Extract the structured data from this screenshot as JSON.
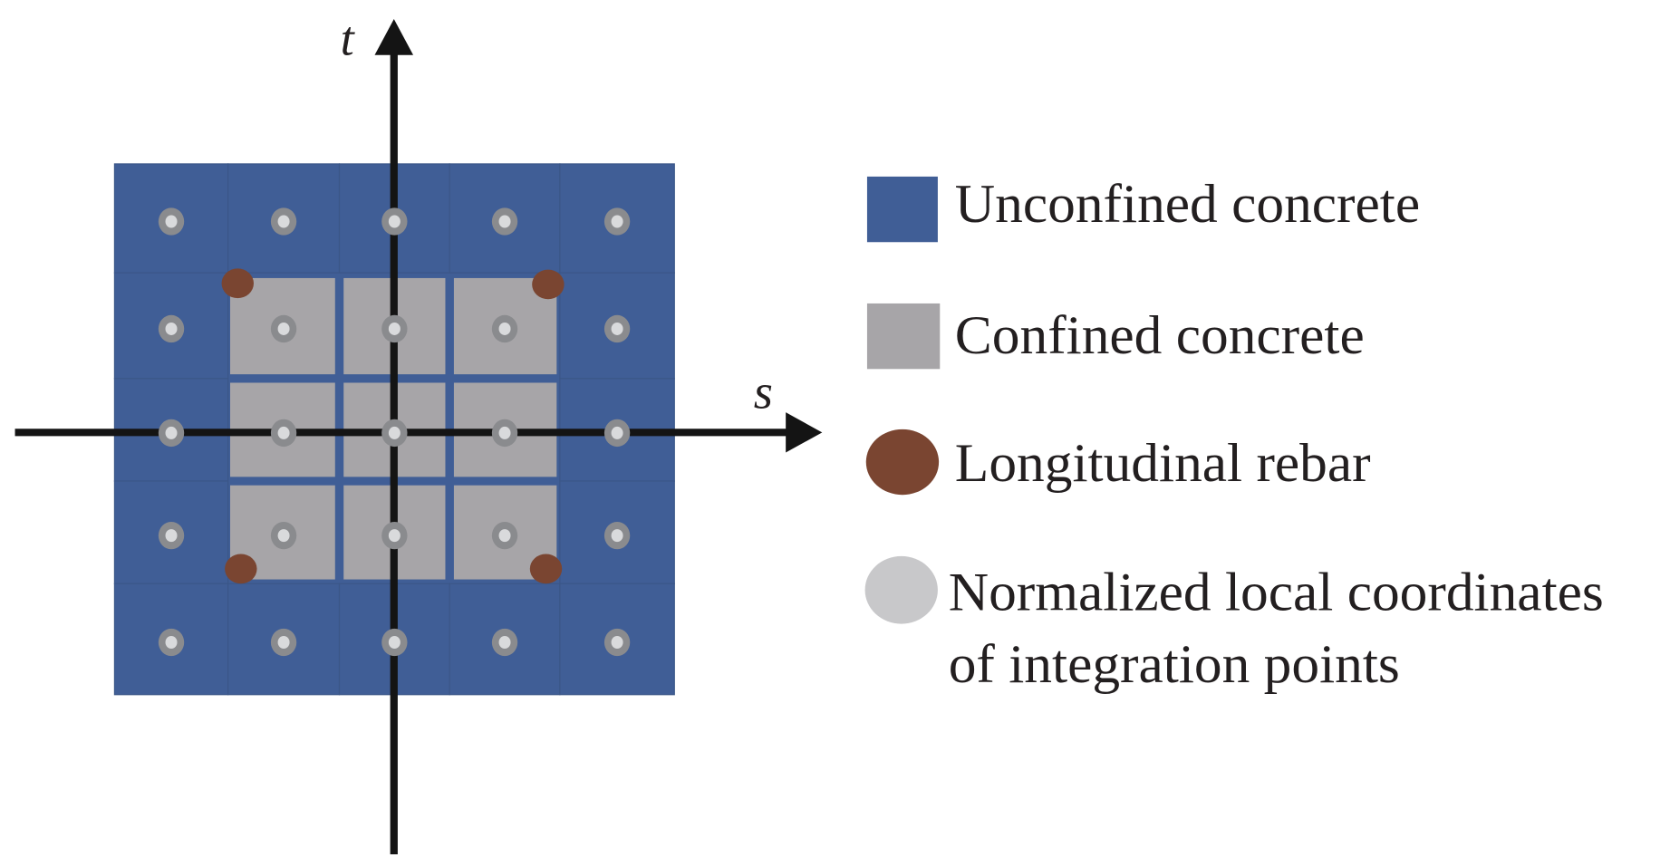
{
  "figure": {
    "type": "section fiber discretization diagram",
    "axes": {
      "horizontal_label": "s",
      "vertical_label": "t"
    },
    "grid": {
      "rows": 5,
      "cols": 5
    },
    "cells": [
      [
        "unconfined",
        "unconfined",
        "unconfined",
        "unconfined",
        "unconfined"
      ],
      [
        "unconfined",
        "confined",
        "confined",
        "confined",
        "unconfined"
      ],
      [
        "unconfined",
        "confined",
        "confined",
        "confined",
        "unconfined"
      ],
      [
        "unconfined",
        "confined",
        "confined",
        "confined",
        "unconfined"
      ],
      [
        "unconfined",
        "unconfined",
        "unconfined",
        "unconfined",
        "unconfined"
      ]
    ],
    "integration_points_per_cell": 1,
    "rebar": [
      {
        "corner": "top-left"
      },
      {
        "corner": "top-right"
      },
      {
        "corner": "bottom-left"
      },
      {
        "corner": "bottom-right"
      }
    ]
  },
  "colors": {
    "unconfined": "#405e96",
    "confined": "#a7a5a8",
    "rebar": "#7a4531",
    "point_outer": "#8a8b8e",
    "point_inner": "#d9dadc",
    "legend_point": "#c8c8ca",
    "axis": "#141414"
  },
  "legend": [
    {
      "key": "unconfined",
      "shape": "square",
      "label": "Unconfined concrete"
    },
    {
      "key": "confined",
      "shape": "square",
      "label": "Confined concrete"
    },
    {
      "key": "rebar",
      "shape": "circle",
      "label": "Longitudinal rebar"
    },
    {
      "key": "legend_point",
      "shape": "circle",
      "label": "Normalized local coordinates",
      "label_line2": "of integration points"
    }
  ]
}
